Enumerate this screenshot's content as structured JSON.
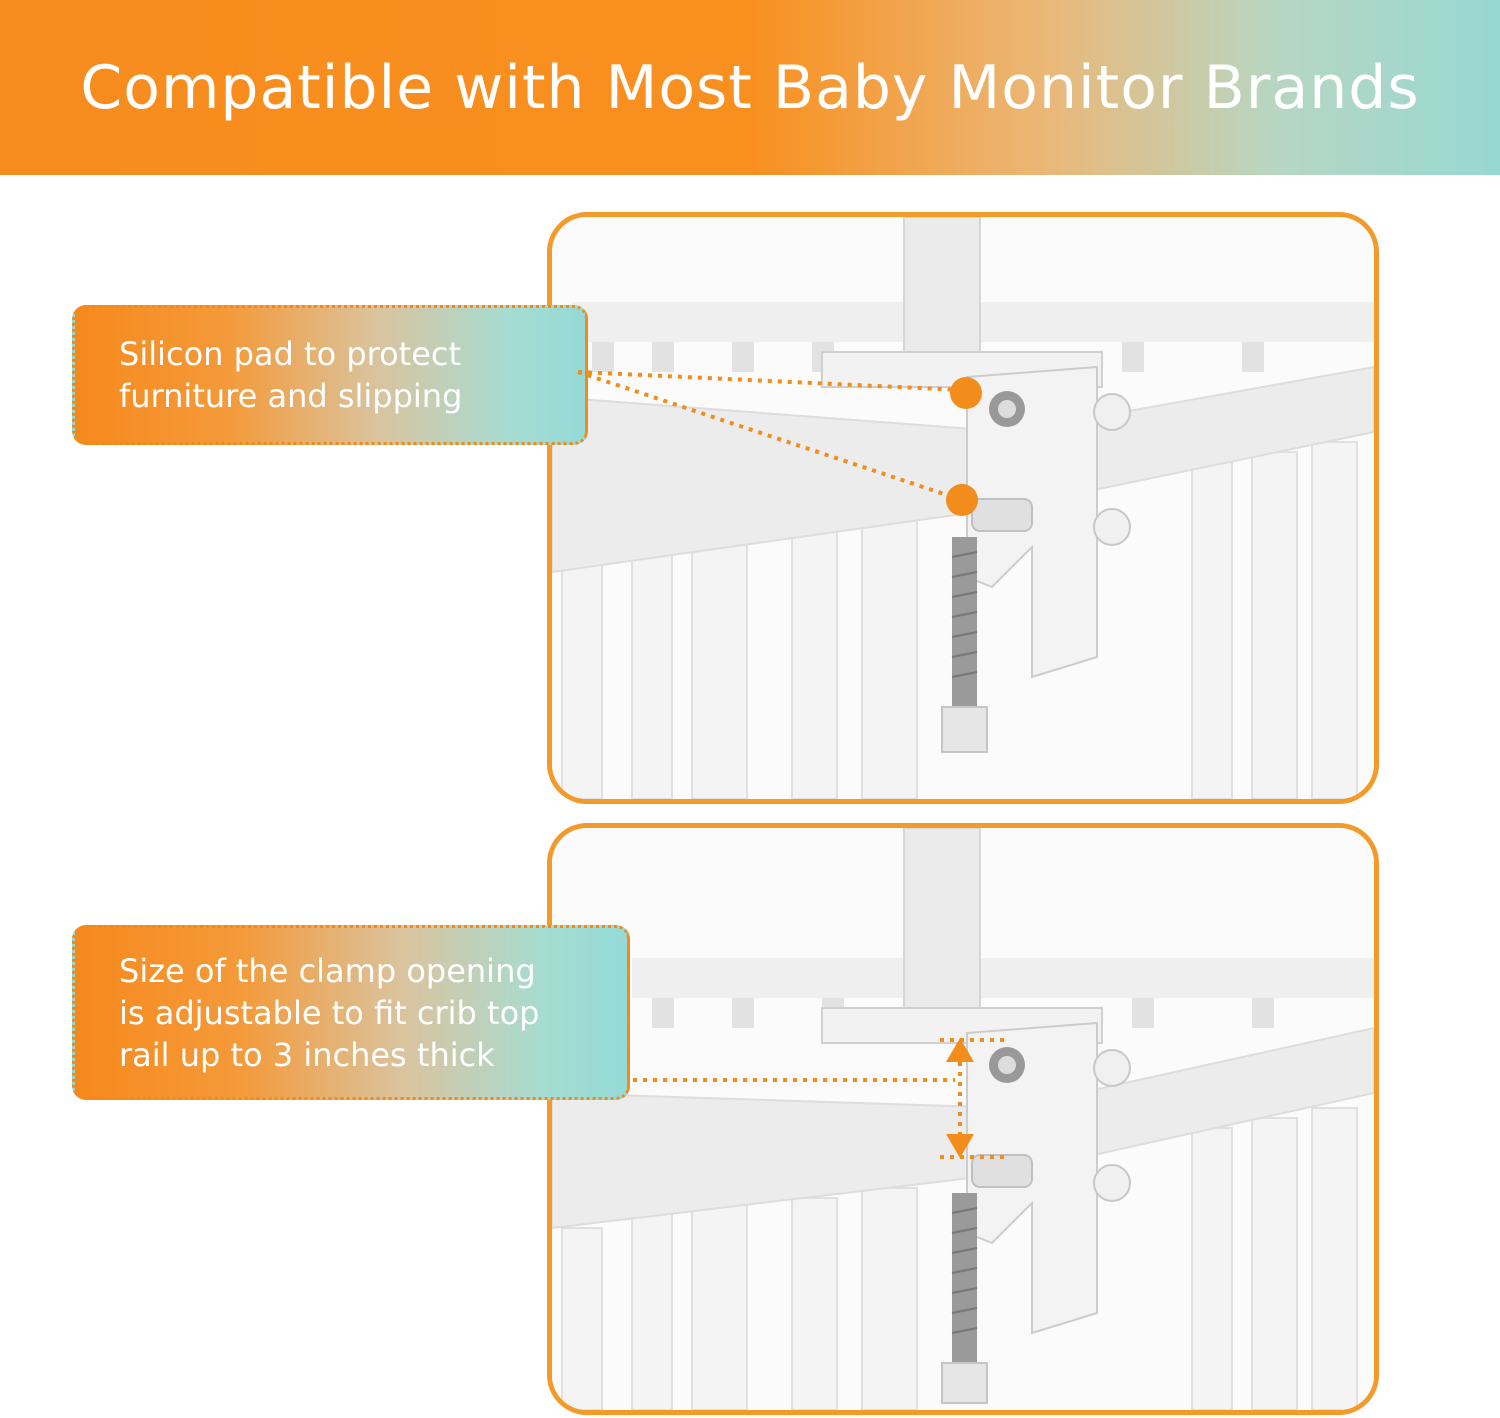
{
  "banner": {
    "title": "Compatible with Most Baby Monitor Brands"
  },
  "callouts": [
    {
      "lines": [
        "Silicon pad to protect",
        "furniture and slipping"
      ]
    },
    {
      "lines": [
        "Size of the clamp opening",
        "is adjustable to fit crib top",
        "rail up to 3 inches thick"
      ]
    }
  ],
  "colors": {
    "accent_orange": "#f39a2a",
    "teal": "#94dad6",
    "dot_marker": "#f28c1a"
  },
  "icons": {
    "marker": "orange-dot-marker",
    "measure": "double-arrow-measure"
  }
}
